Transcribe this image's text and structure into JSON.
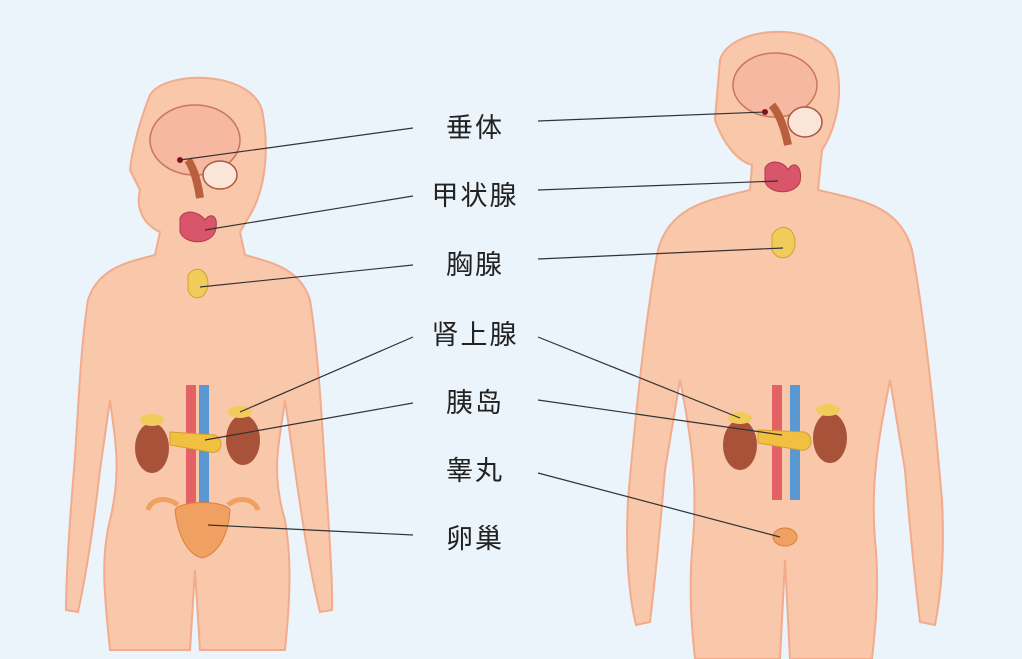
{
  "labels": [
    {
      "key": "pituitary",
      "text": "垂体"
    },
    {
      "key": "thyroid",
      "text": "甲状腺"
    },
    {
      "key": "thymus",
      "text": "胸腺"
    },
    {
      "key": "adrenal",
      "text": "肾上腺"
    },
    {
      "key": "pancreatic_islets",
      "text": "胰岛"
    },
    {
      "key": "testes",
      "text": "睾丸"
    },
    {
      "key": "ovaries",
      "text": "卵巢"
    }
  ],
  "colors": {
    "background": "#eaf4fa",
    "skin": "#f9c7aa",
    "brain": "#f6b8a0",
    "thyroid": "#d9566a",
    "thymus": "#f2cc5a",
    "kidney": "#a8523a",
    "artery": "#e0505a",
    "vein": "#3d8fd8",
    "gonad": "#f0a060"
  }
}
